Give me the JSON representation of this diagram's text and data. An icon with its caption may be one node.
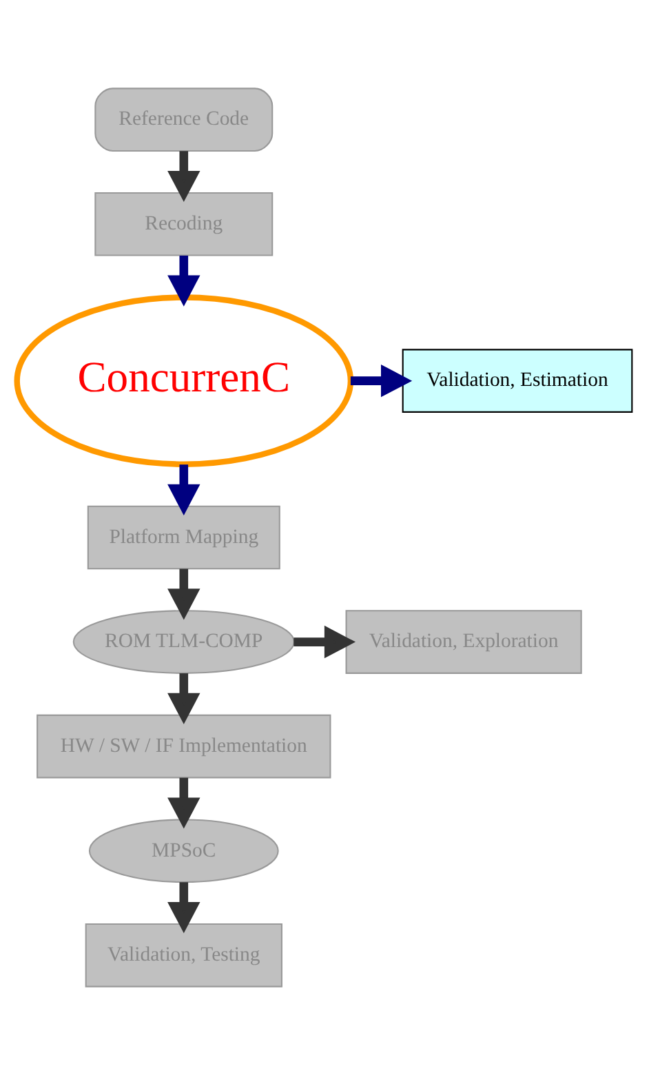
{
  "diagram": {
    "nodes": [
      {
        "text": [
          "Reference Code"
        ]
      },
      {
        "text": [
          "Recoding"
        ]
      },
      {
        "text": [
          "ConcurrenC"
        ]
      },
      {
        "text": [
          "Validation, Estimation"
        ]
      },
      {
        "text": [
          "Platform Mapping"
        ]
      },
      {
        "text": [
          "ROM TLM-COMP"
        ]
      },
      {
        "text": [
          "Validation, Exploration"
        ]
      },
      {
        "text": [
          "HW / SW / IF Implementation"
        ]
      },
      {
        "text": [
          "MPSoC"
        ]
      },
      {
        "text": [
          "Validation, Testing"
        ]
      }
    ],
    "edges": [
      {
        "from": 0,
        "to": 1,
        "arrow": "to"
      },
      {
        "from": 1,
        "to": 2,
        "arrow": "to",
        "color": "#000080"
      },
      {
        "from": 2,
        "to": 3,
        "arrow": "to",
        "color": "#000080"
      },
      {
        "from": 2,
        "to": 4,
        "arrow": "to",
        "color": "#000080"
      },
      {
        "from": 4,
        "to": 5,
        "arrow": "to"
      },
      {
        "from": 5,
        "to": 6,
        "arrow": "to"
      },
      {
        "from": 5,
        "to": 7,
        "arrow": "to"
      },
      {
        "from": 7,
        "to": 8,
        "arrow": "to"
      },
      {
        "from": 8,
        "to": 9,
        "arrow": "to"
      }
    ]
  }
}
